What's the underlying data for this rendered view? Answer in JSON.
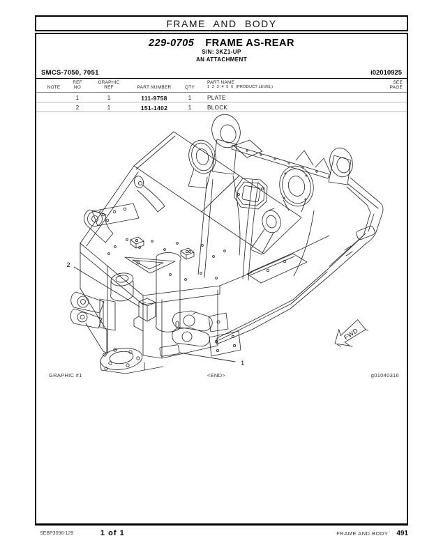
{
  "header": {
    "banner_title": "FRAME AND BODY",
    "part_number_title": "229-0705",
    "part_name_title": "FRAME AS-REAR",
    "serial_line": "S/N: 3KZ1-UP",
    "attachment_line": "AN ATTACHMENT",
    "smcs_line": "SMCS-7050, 7051",
    "doc_id": "i02010925"
  },
  "table": {
    "headers": {
      "note": "NOTE",
      "ref_1": "REF",
      "ref_2": "NO",
      "graphic_1": "GRAPHIC",
      "graphic_2": "REF",
      "part_number": "PART NUMBER",
      "qty": "QTY",
      "part_name_1": "PART NAME",
      "part_name_2": "1  2  3  4  5  6  (PRODUCT LEVEL)",
      "see_1": "SEE",
      "see_2": "PAGE"
    },
    "rows": [
      {
        "note": "",
        "ref_no": "1",
        "graphic_ref": "1",
        "part_number": "111-9758",
        "qty": "1",
        "part_name": "PLATE",
        "see_page": ""
      },
      {
        "note": "",
        "ref_no": "2",
        "graphic_ref": "1",
        "part_number": "151-1402",
        "qty": "1",
        "part_name": "BLOCK",
        "see_page": ""
      }
    ]
  },
  "graphic": {
    "callout_1": "1",
    "callout_2": "2",
    "fwd_label": "FWD",
    "caption_left": "GRAPHIC #1",
    "caption_center": "<END>",
    "caption_right": "g01040316"
  },
  "footer": {
    "media_number": "SEBP3096-129",
    "page_count": "1 of 1",
    "section": "FRAME AND BODY",
    "page_number": "491"
  },
  "colors": {
    "line_art": "#2a2a2a",
    "border": "#000000"
  }
}
